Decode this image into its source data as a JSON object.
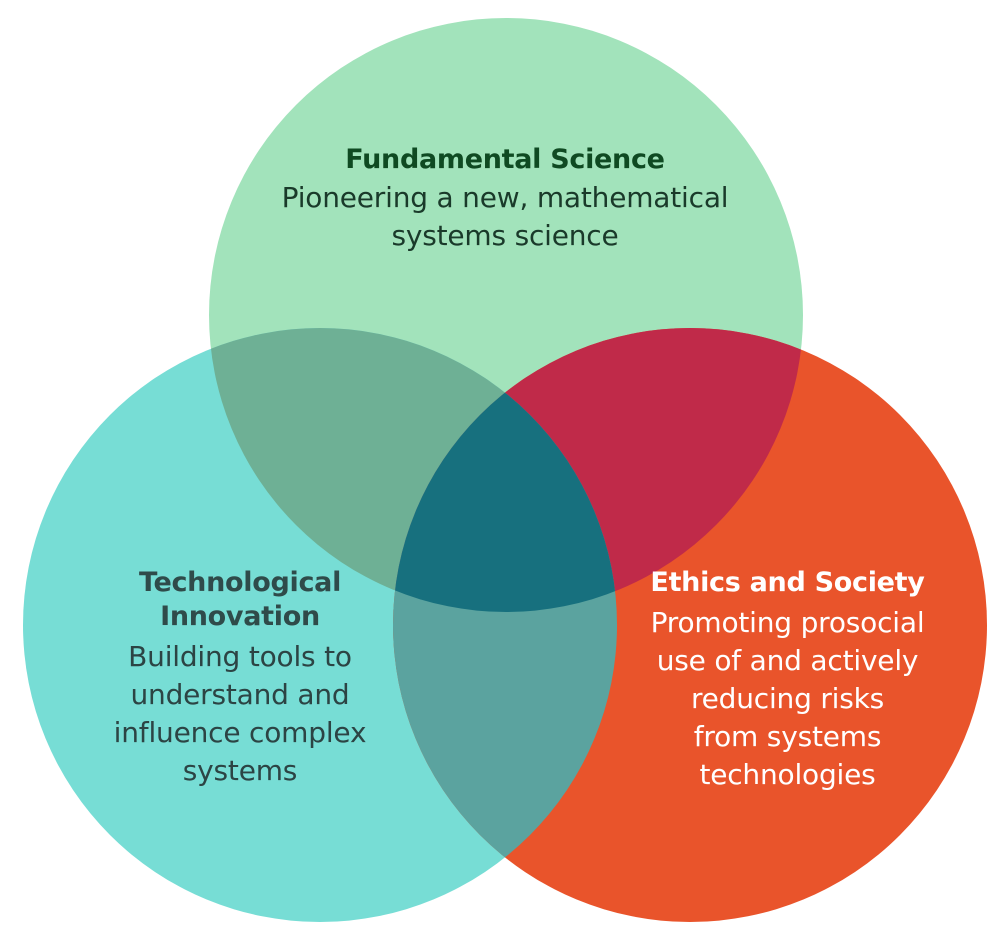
{
  "diagram": {
    "type": "venn-3",
    "colors": {
      "fundamental_science_circle": "#a2e3bb",
      "technological_innovation_circle": "#77ddd5",
      "ethics_society_circle": "#e9542b",
      "overlap_science_technology": "#6eb095",
      "overlap_science_ethics": "#c02a49",
      "overlap_technology_ethics": "#5ba39f",
      "overlap_all_three": "#17707e"
    },
    "circles": [
      {
        "id": "fundamental-science",
        "title": "Fundamental Science",
        "lines": [
          "Pioneering a new, mathematical",
          "systems science"
        ]
      },
      {
        "id": "technological-innovation",
        "title_lines": [
          "Technological",
          "Innovation"
        ],
        "lines": [
          "Building tools to",
          "understand and",
          "influence complex",
          "systems"
        ]
      },
      {
        "id": "ethics-and-society",
        "title": "Ethics and Society",
        "lines": [
          "Promoting prosocial",
          "use of and actively",
          "reducing risks",
          "from systems",
          "technologies"
        ]
      }
    ]
  }
}
